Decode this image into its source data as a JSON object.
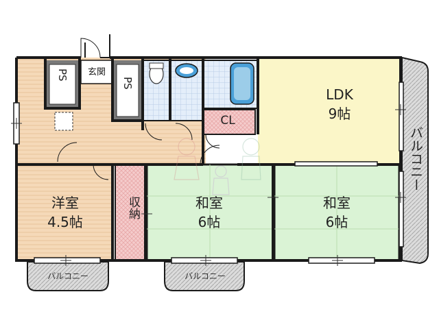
{
  "rooms": {
    "ldk": {
      "name": "LDK",
      "size": "9帖"
    },
    "western": {
      "name": "洋室",
      "size": "4.5帖"
    },
    "japanese1": {
      "name": "和室",
      "size": "6帖"
    },
    "japanese2": {
      "name": "和室",
      "size": "6帖"
    },
    "storage": {
      "name": "収納"
    },
    "closet": {
      "name": "CL"
    },
    "entrance": {
      "name": "玄関"
    },
    "ps1": {
      "name": "PS"
    },
    "ps2": {
      "name": "PS"
    }
  },
  "balconies": {
    "right": "バルコニー",
    "bottom_left": "バルコニー",
    "bottom_mid": "バルコニー"
  },
  "colors": {
    "wall": "#1a1a1a",
    "wood_floor": "#f5d9b8",
    "ldk_floor": "#fbf6c8",
    "tatami": "#d8f2d2",
    "storage": "#f6c6c6",
    "wet_area": "#dbe9f6",
    "ps": "#777777",
    "balcony": "#d0d0d0",
    "bath_fixture": "#4aa0d8"
  }
}
